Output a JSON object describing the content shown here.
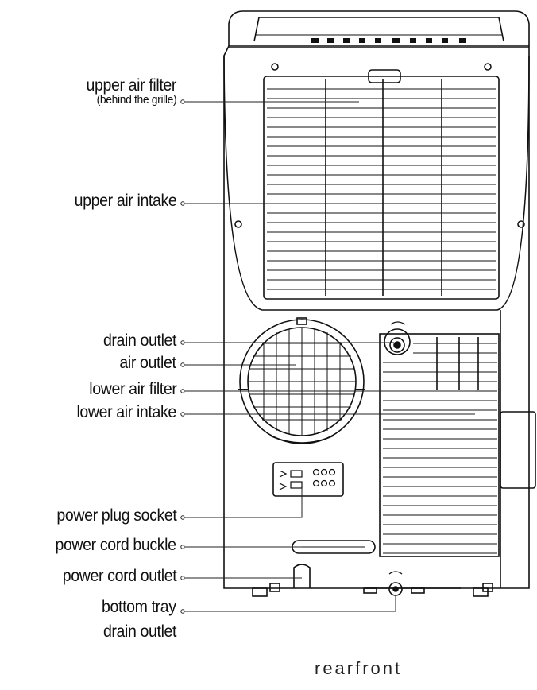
{
  "labels": {
    "upper_air_filter": "upper air filter",
    "upper_air_filter_note": "(behind the grille)",
    "upper_air_intake": "upper air intake",
    "drain_outlet": "drain outlet",
    "air_outlet": "air outlet",
    "lower_air_filter": "lower air filter",
    "lower_air_intake": "lower air intake",
    "power_plug_socket": "power plug socket",
    "power_cord_buckle": "power cord buckle",
    "power_cord_outlet": "power cord outlet",
    "bottom_tray_line1": "bottom tray",
    "bottom_tray_line2": "drain outlet"
  },
  "footer": {
    "caption": "rearfront"
  }
}
